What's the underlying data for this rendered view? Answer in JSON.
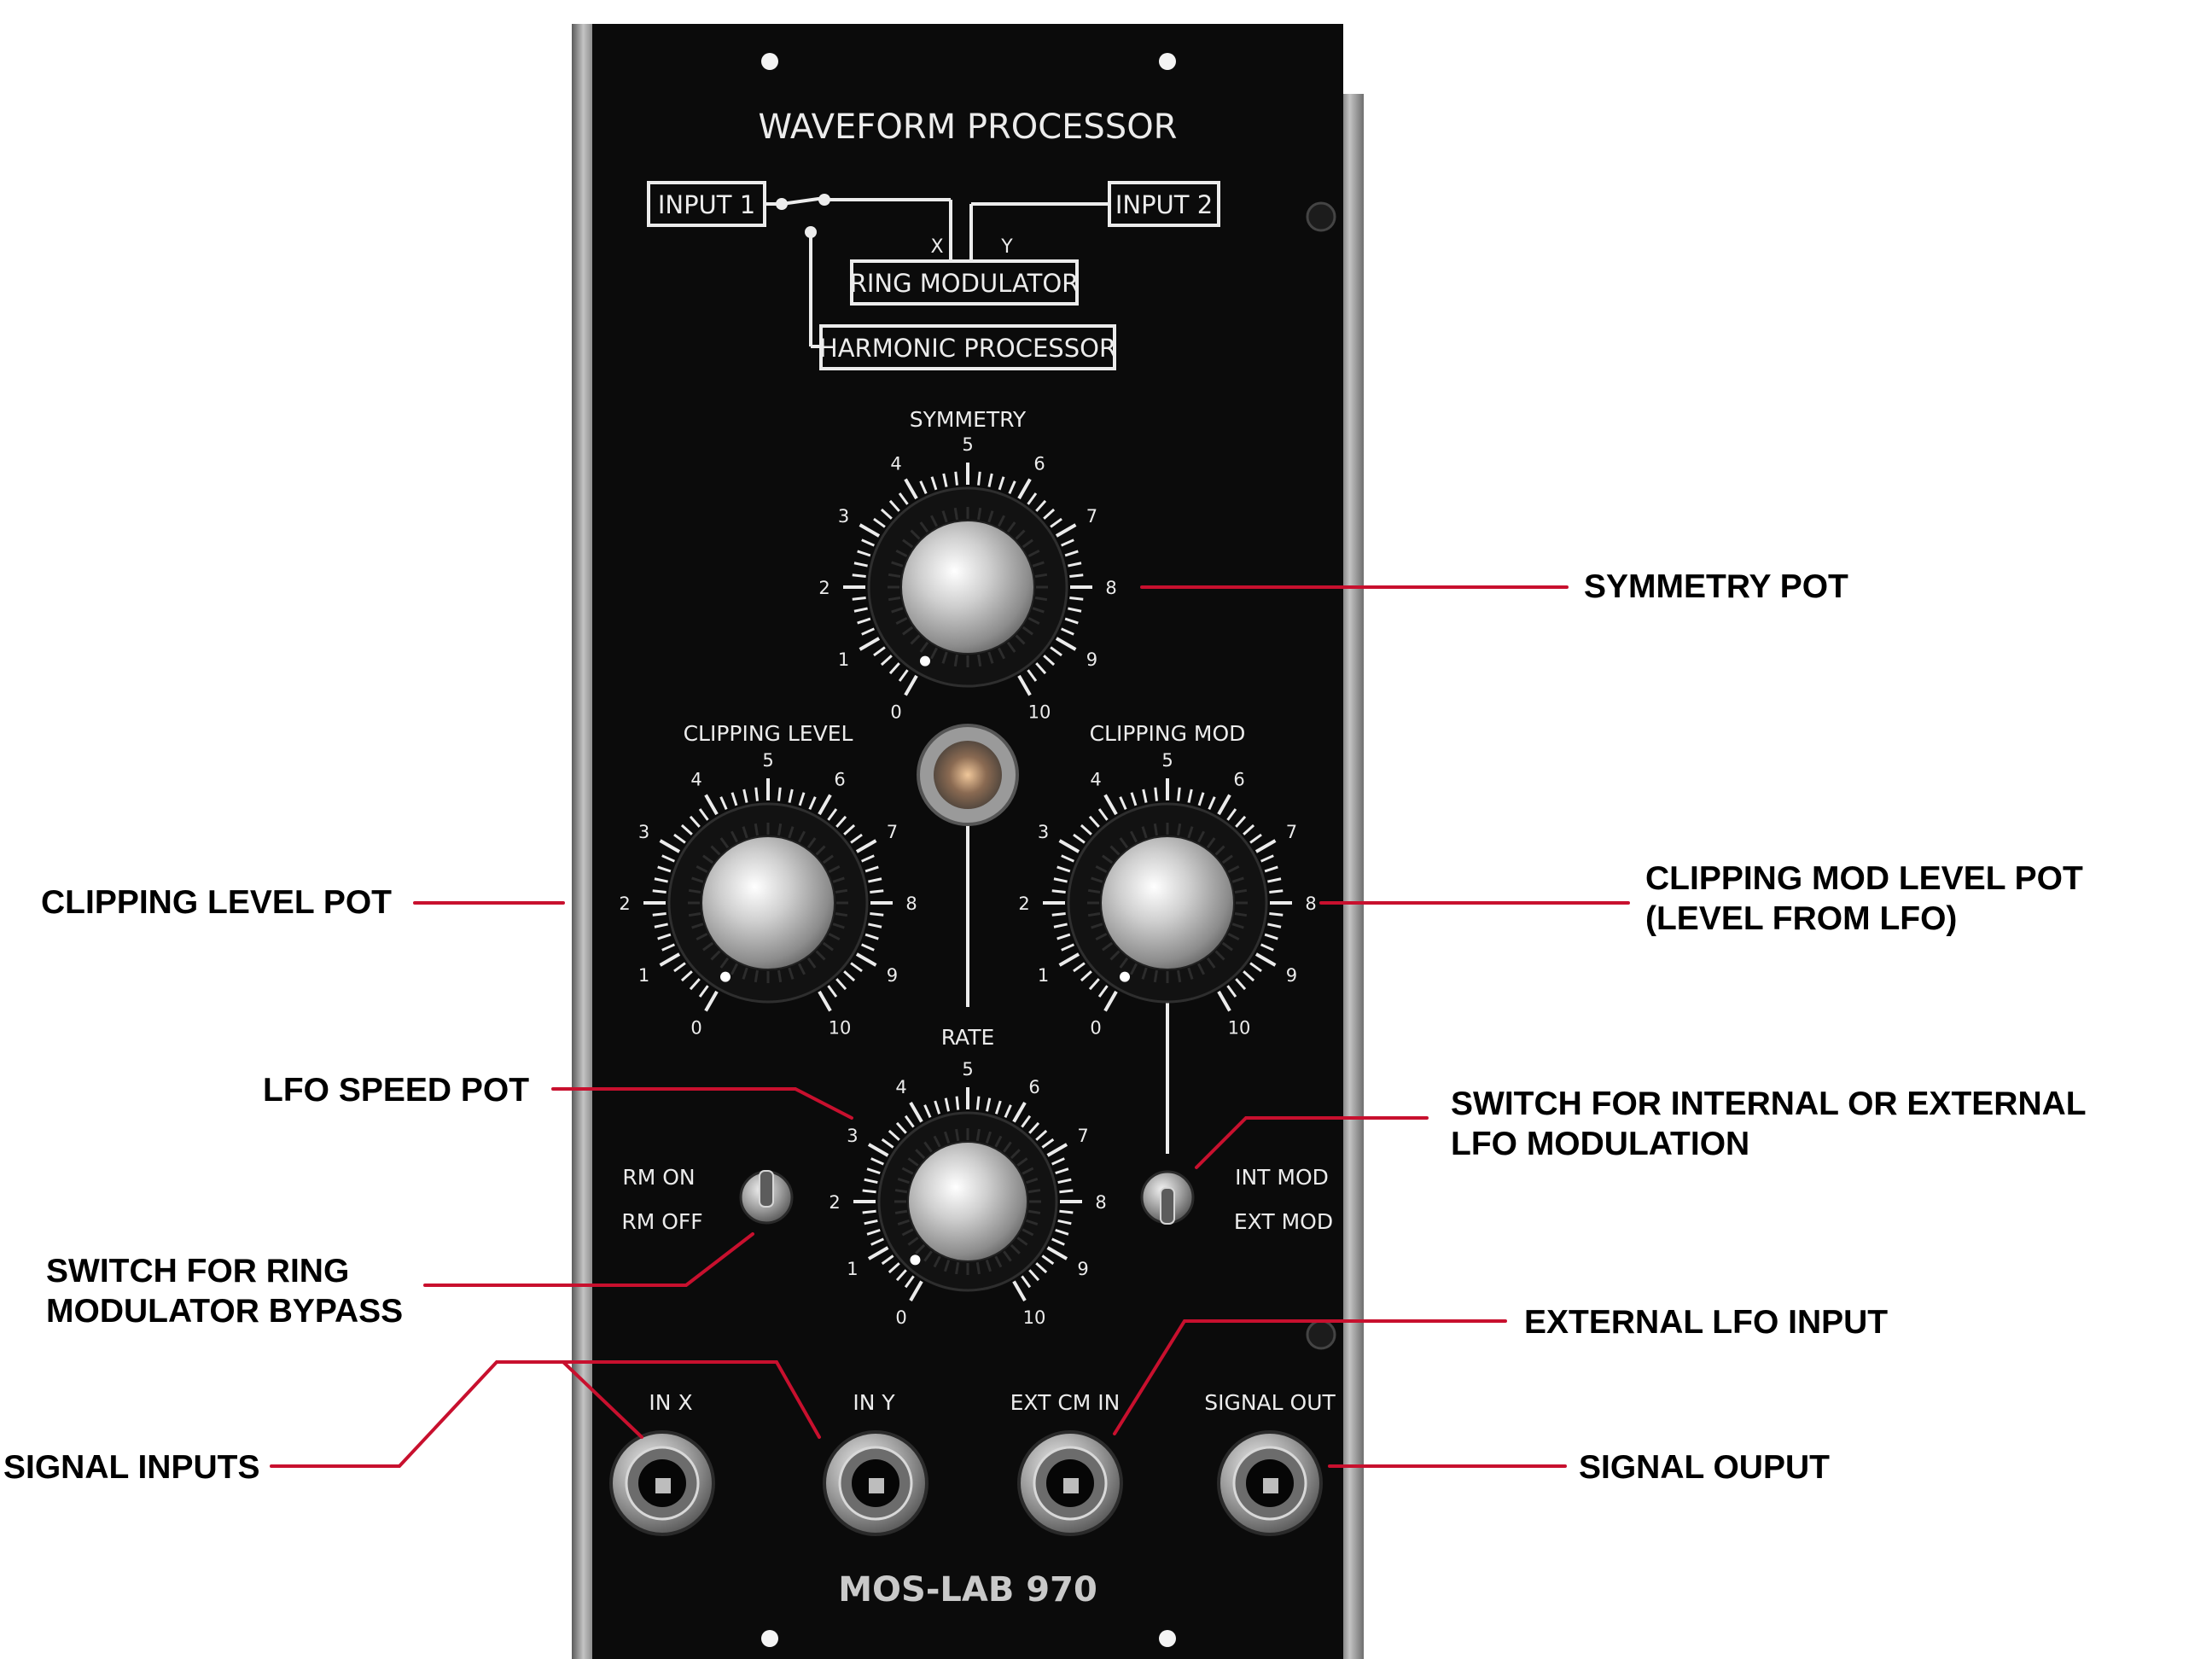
{
  "panel": {
    "title": "WAVEFORM PROCESSOR",
    "model": "MOS-LAB 970",
    "diagram": {
      "input1": "INPUT 1",
      "input2": "INPUT 2",
      "x": "X",
      "y": "Y",
      "ring_modulator": "RING MODULATOR",
      "harmonic_processor": "HARMONIC PROCESSOR"
    },
    "knobs": {
      "symmetry": {
        "label": "SYMMETRY",
        "dial": [
          "0",
          "1",
          "2",
          "3",
          "4",
          "5",
          "6",
          "7",
          "8",
          "9",
          "10"
        ]
      },
      "clipping_level": {
        "label": "CLIPPING LEVEL",
        "dial": [
          "0",
          "1",
          "2",
          "3",
          "4",
          "5",
          "6",
          "7",
          "8",
          "9",
          "10"
        ]
      },
      "clipping_mod": {
        "label": "CLIPPING MOD",
        "dial": [
          "0",
          "1",
          "2",
          "3",
          "4",
          "5",
          "6",
          "7",
          "8",
          "9",
          "10"
        ]
      },
      "rate": {
        "label": "RATE",
        "dial": [
          "0",
          "1",
          "2",
          "3",
          "4",
          "5",
          "6",
          "7",
          "8",
          "9",
          "10"
        ]
      }
    },
    "switches": {
      "rm_on": "RM ON",
      "rm_off": "RM OFF",
      "int_mod": "INT MOD",
      "ext_mod": "EXT MOD"
    },
    "jacks": {
      "in_x": "IN X",
      "in_y": "IN Y",
      "ext_cm_in": "EXT CM IN",
      "signal_out": "SIGNAL OUT"
    }
  },
  "callouts": {
    "symmetry_pot": "SYMMETRY POT",
    "clipping_level_pot": "CLIPPING LEVEL POT",
    "clipping_mod_pot": [
      "CLIPPING MOD LEVEL POT",
      "(LEVEL FROM LFO)"
    ],
    "lfo_speed_pot": "LFO SPEED POT",
    "lfo_switch": [
      "SWITCH FOR INTERNAL OR EXTERNAL",
      "LFO MODULATION"
    ],
    "ring_switch": [
      "SWITCH FOR RING",
      "MODULATOR BYPASS"
    ],
    "external_lfo_input": "EXTERNAL LFO INPUT",
    "signal_inputs": "SIGNAL INPUTS",
    "signal_output": "SIGNAL OUPUT"
  },
  "colors": {
    "panel": "#0b0b0b",
    "frame": "#8e8e8e",
    "legend": "#ececec",
    "leader": "#c8102e",
    "callout_text": "#000000"
  }
}
